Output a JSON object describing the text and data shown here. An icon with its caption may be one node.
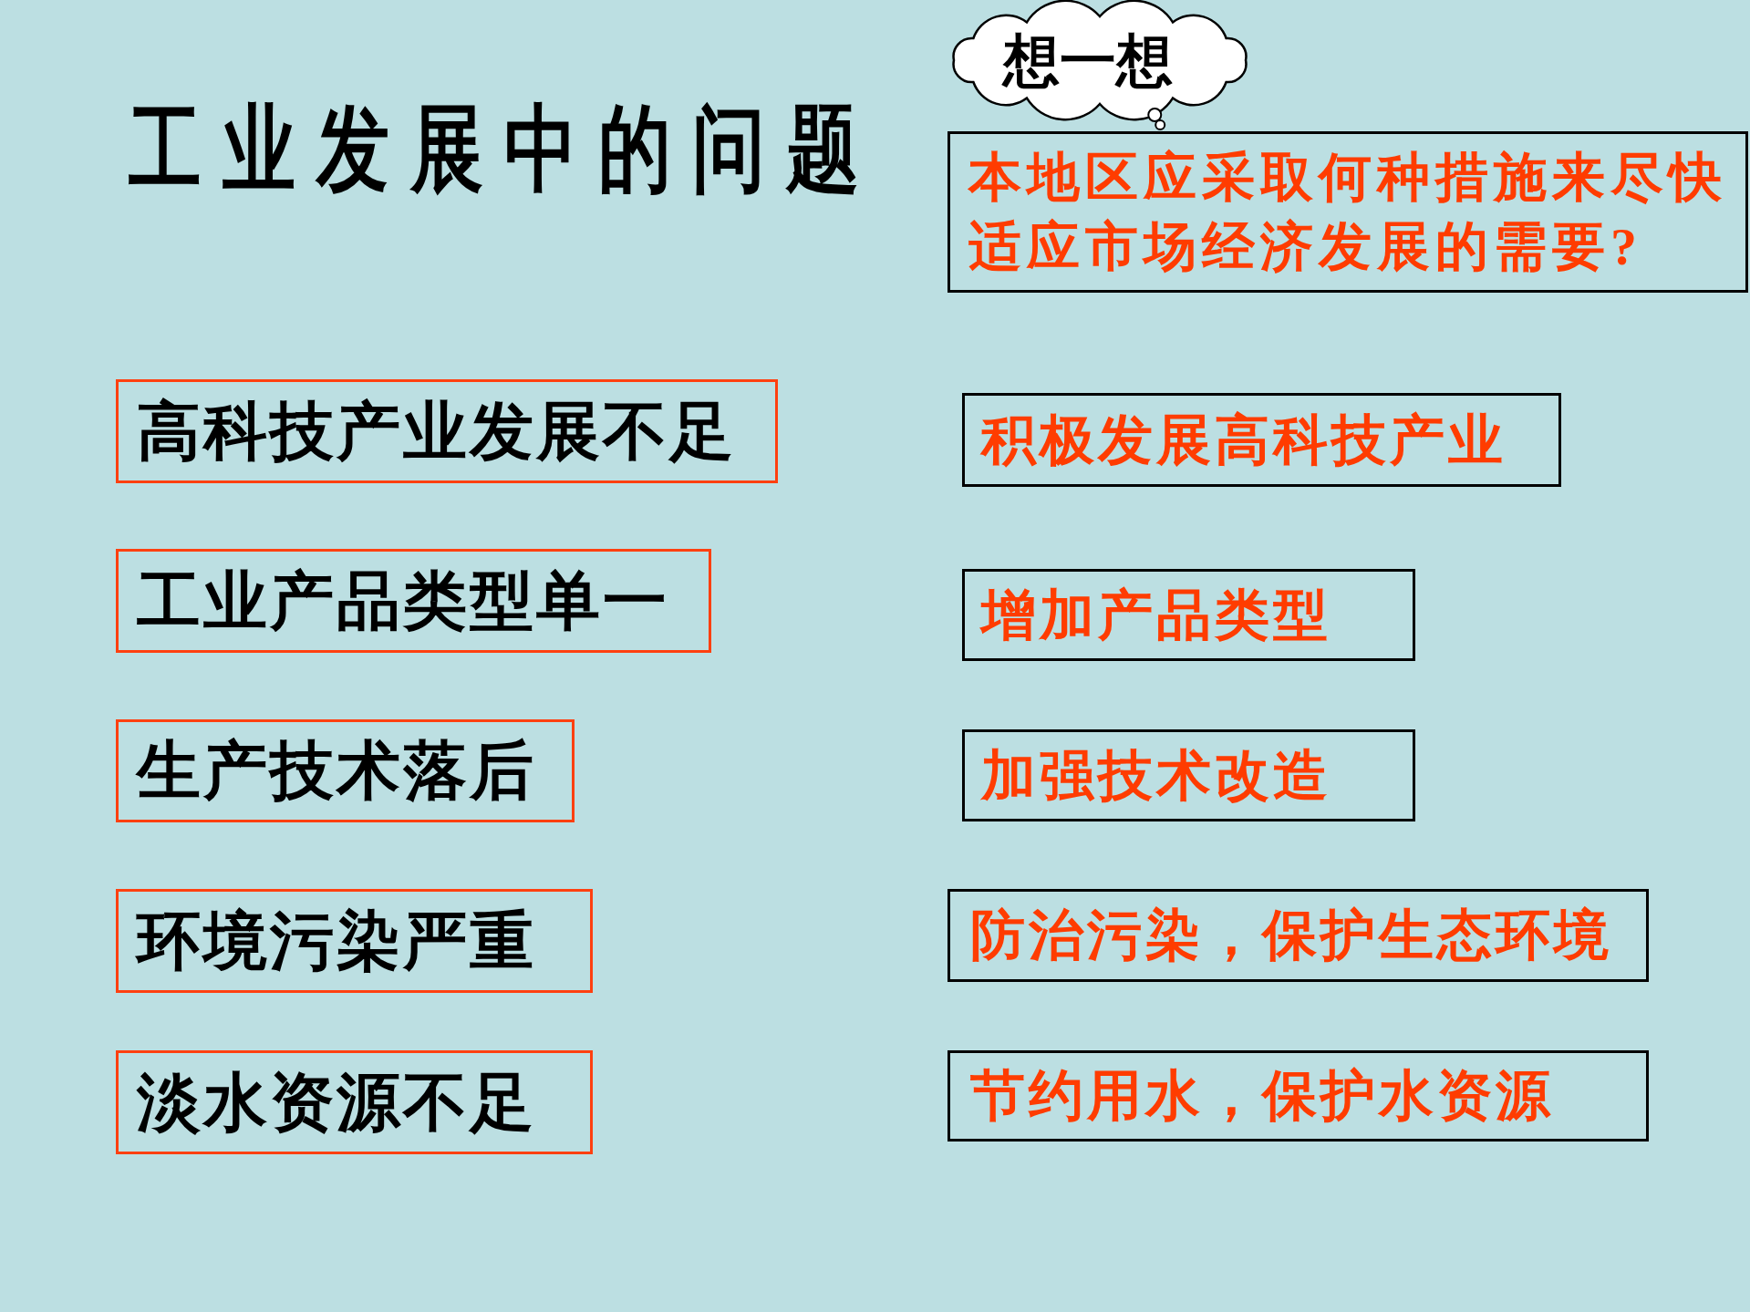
{
  "diagram": {
    "title": "工业发展中的问题",
    "nodes": [
      {
        "text": [
          "想一想"
        ]
      },
      {
        "text": [
          "本地区应采取何种措施来尽快适应市场经济发展的需要?"
        ]
      },
      {
        "text": [
          "高科技产业发展不足"
        ]
      },
      {
        "text": [
          "积极发展高科技产业"
        ]
      },
      {
        "text": [
          "工业产品类型单一"
        ]
      },
      {
        "text": [
          "增加产品类型"
        ]
      },
      {
        "text": [
          "生产技术落后"
        ]
      },
      {
        "text": [
          "加强技术改造"
        ]
      },
      {
        "text": [
          "环境污染严重"
        ]
      },
      {
        "text": [
          "防治污染，保护生态环境"
        ]
      },
      {
        "text": [
          "淡水资源不足"
        ]
      },
      {
        "text": [
          "节约用水，保护水资源"
        ]
      }
    ]
  }
}
